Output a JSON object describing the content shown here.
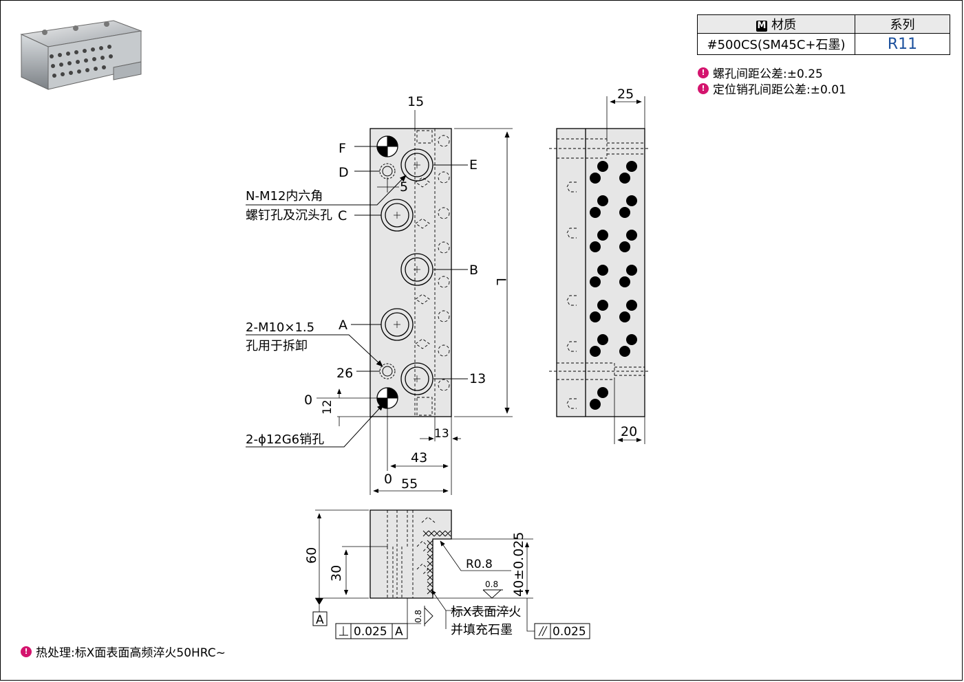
{
  "spec_table": {
    "material_header": "材质",
    "series_header": "系列",
    "material_value": "#500CS(SM45C+石墨)",
    "series_value": "R11",
    "header_badge": "M"
  },
  "notes": {
    "tolerance_screw": "螺孔间距公差:±0.25",
    "tolerance_pin": "定位销孔间距公差:±0.01",
    "heat_treatment": "热处理:标X面表面高频淬火50HRC~"
  },
  "front_view": {
    "labels": {
      "F": "F",
      "D": "D",
      "E": "E",
      "C": "C",
      "B": "B",
      "A": "A",
      "L": "L"
    },
    "dims": {
      "d15": "15",
      "d5": "5",
      "d26": "26",
      "d13a": "13",
      "d0a": "0",
      "d12": "12",
      "d13b": "13",
      "d43": "43",
      "d0b": "0",
      "d55": "55"
    },
    "callouts": {
      "screw_hole_line1": "N-M12内六角",
      "screw_hole_line2": "螺钉孔及沉头孔",
      "removal_line1": "2-M10×1.5",
      "removal_line2": "孔用于拆卸",
      "pin_hole": "2-ϕ12G6销孔"
    }
  },
  "side_view": {
    "dims": {
      "d25": "25",
      "d20": "20"
    }
  },
  "bottom_view": {
    "dims": {
      "d60": "60",
      "d30": "30",
      "d40": "40±0.025"
    },
    "r08": "R0.8",
    "roughness1": "0.8",
    "roughness2": "0.8",
    "datum": "A",
    "perp_value": "0.025",
    "perp_datum": "A",
    "par_value": "0.025",
    "surface_note_line1": "标X表面淬火",
    "surface_note_line2": "并填充石墨"
  },
  "photo": {
    "name": "product-photo"
  },
  "icons": {
    "bulb": "info-bulb-icon",
    "pin": "pin-hole-icon"
  }
}
